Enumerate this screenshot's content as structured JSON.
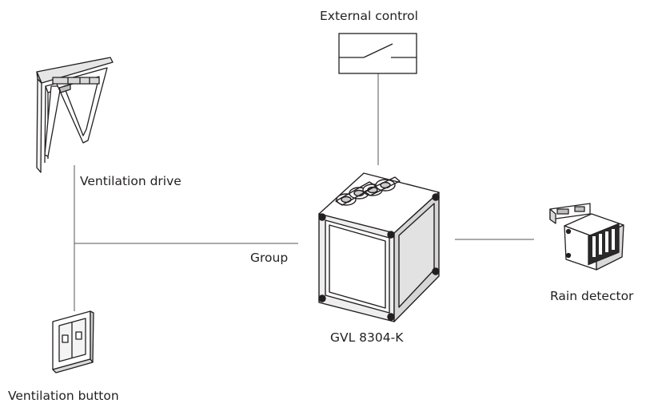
{
  "labels": {
    "external_control": "External control",
    "ventilation_drive": "Ventilation drive",
    "group": "Group",
    "controller": "GVL 8304-K",
    "rain_detector": "Rain detector",
    "ventilation_button": "Ventilation button"
  },
  "colors": {
    "stroke": "#231f20",
    "connector_line": "#555555"
  },
  "icons": [
    "external-control-switch-icon",
    "ventilation-window-icon",
    "controller-box-icon",
    "rain-detector-icon",
    "ventilation-button-icon"
  ]
}
